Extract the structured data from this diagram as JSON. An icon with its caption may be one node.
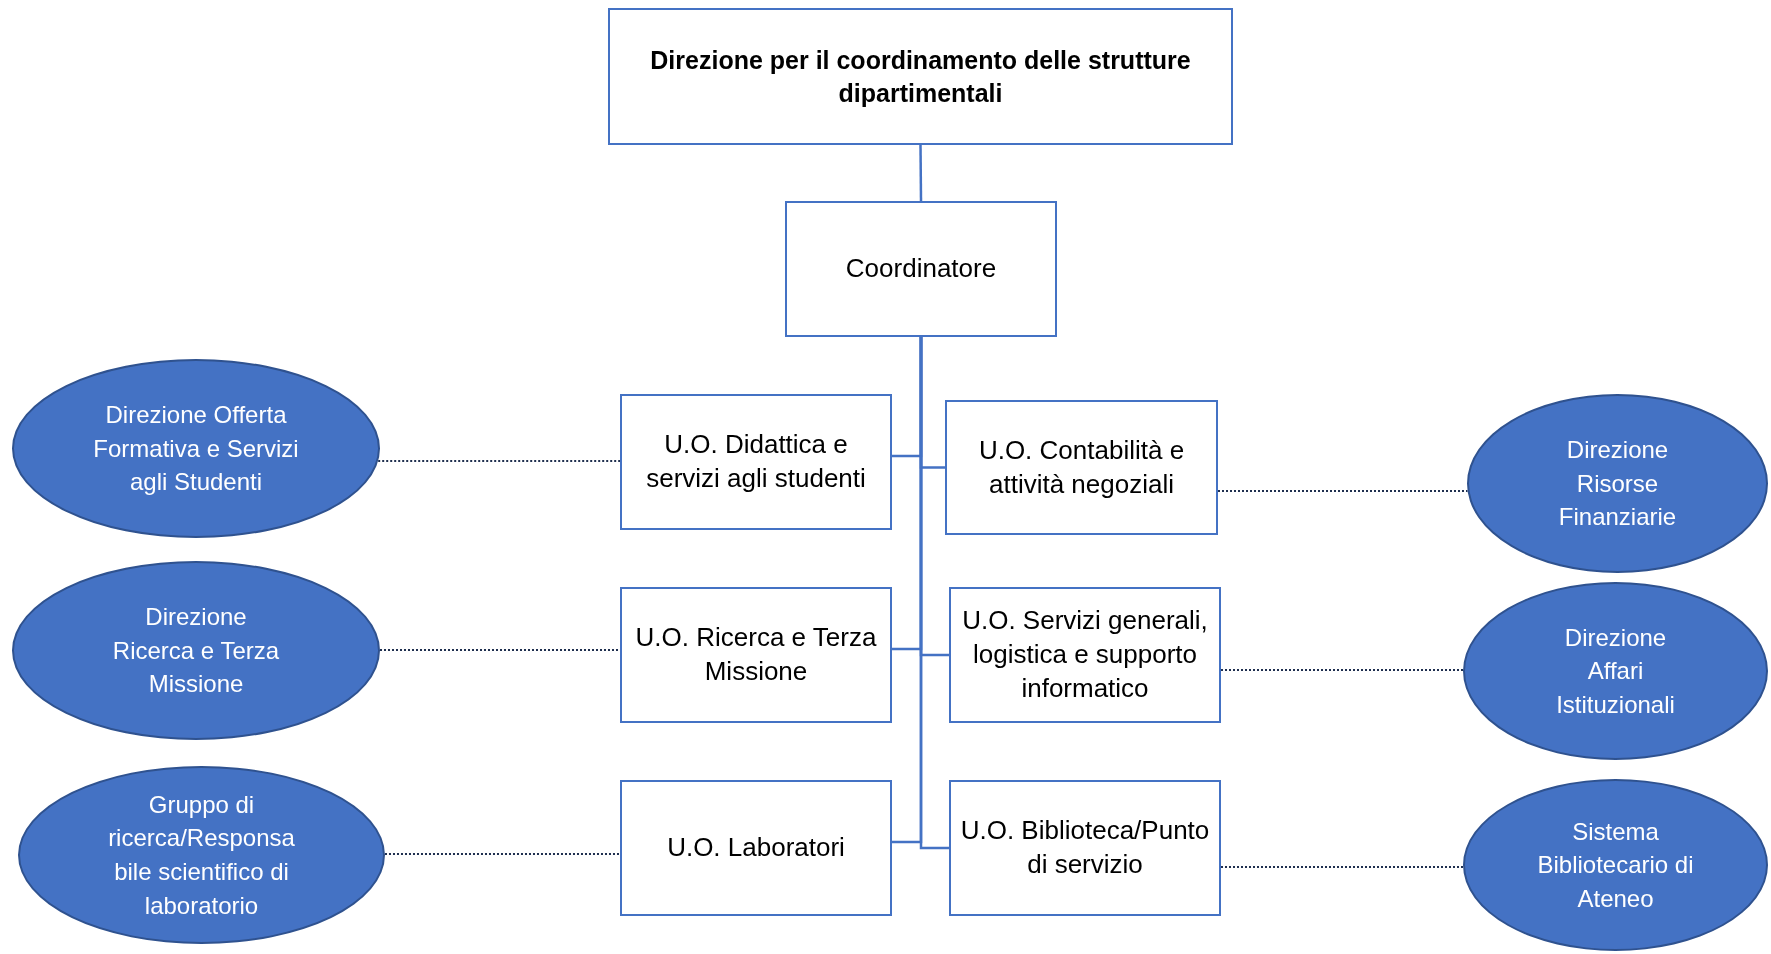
{
  "diagram": {
    "nodes": [
      {
        "text": [
          "Direzione per il coordinamento delle strutture dipartimentali"
        ]
      },
      {
        "text": [
          "Coordinatore"
        ]
      },
      {
        "text": [
          "Direzione Offerta Formativa e Servizi agli Studenti"
        ]
      },
      {
        "text": [
          "U.O. Didattica e servizi agli studenti"
        ]
      },
      {
        "text": [
          "U.O. Contabilità e attività negoziali"
        ]
      },
      {
        "text": [
          "Direzione Risorse Finanziarie"
        ]
      },
      {
        "text": [
          "Direzione Ricerca e Terza Missione"
        ]
      },
      {
        "text": [
          "U.O. Ricerca e Terza Missione"
        ]
      },
      {
        "text": [
          "U.O. Servizi generali, logistica e supporto informatico"
        ]
      },
      {
        "text": [
          "Direzione Affari Istituzionali"
        ]
      },
      {
        "text": [
          "Gruppo di ricerca/Responsa bile scientifico di laboratorio"
        ]
      },
      {
        "text": [
          "U.O. Laboratori"
        ]
      },
      {
        "text": [
          "U.O. Biblioteca/Punto di servizio"
        ]
      },
      {
        "text": [
          "Sistema Bibliotecario di Ateneo"
        ]
      }
    ],
    "edges": [
      {
        "from": 0,
        "to": 1,
        "arrow": "none"
      },
      {
        "from": 1,
        "to": 3,
        "arrow": "none"
      },
      {
        "from": 1,
        "to": 4,
        "arrow": "none"
      },
      {
        "from": 1,
        "to": 7,
        "arrow": "none"
      },
      {
        "from": 1,
        "to": 8,
        "arrow": "none"
      },
      {
        "from": 1,
        "to": 11,
        "arrow": "none"
      },
      {
        "from": 1,
        "to": 12,
        "arrow": "none"
      },
      {
        "from": 2,
        "to": 3,
        "arrow": "none",
        "style": "dashed",
        "color": "#1f2f4f"
      },
      {
        "from": 4,
        "to": 5,
        "arrow": "none",
        "style": "dashed",
        "color": "#1f2f4f"
      },
      {
        "from": 6,
        "to": 7,
        "arrow": "none",
        "style": "dashed",
        "color": "#1f2f4f"
      },
      {
        "from": 8,
        "to": 9,
        "arrow": "none",
        "style": "dashed",
        "color": "#1f2f4f"
      },
      {
        "from": 10,
        "to": 11,
        "arrow": "none",
        "style": "dashed",
        "color": "#1f2f4f"
      },
      {
        "from": 12,
        "to": 13,
        "arrow": "none",
        "style": "dashed",
        "color": "#1f2f4f"
      }
    ]
  }
}
